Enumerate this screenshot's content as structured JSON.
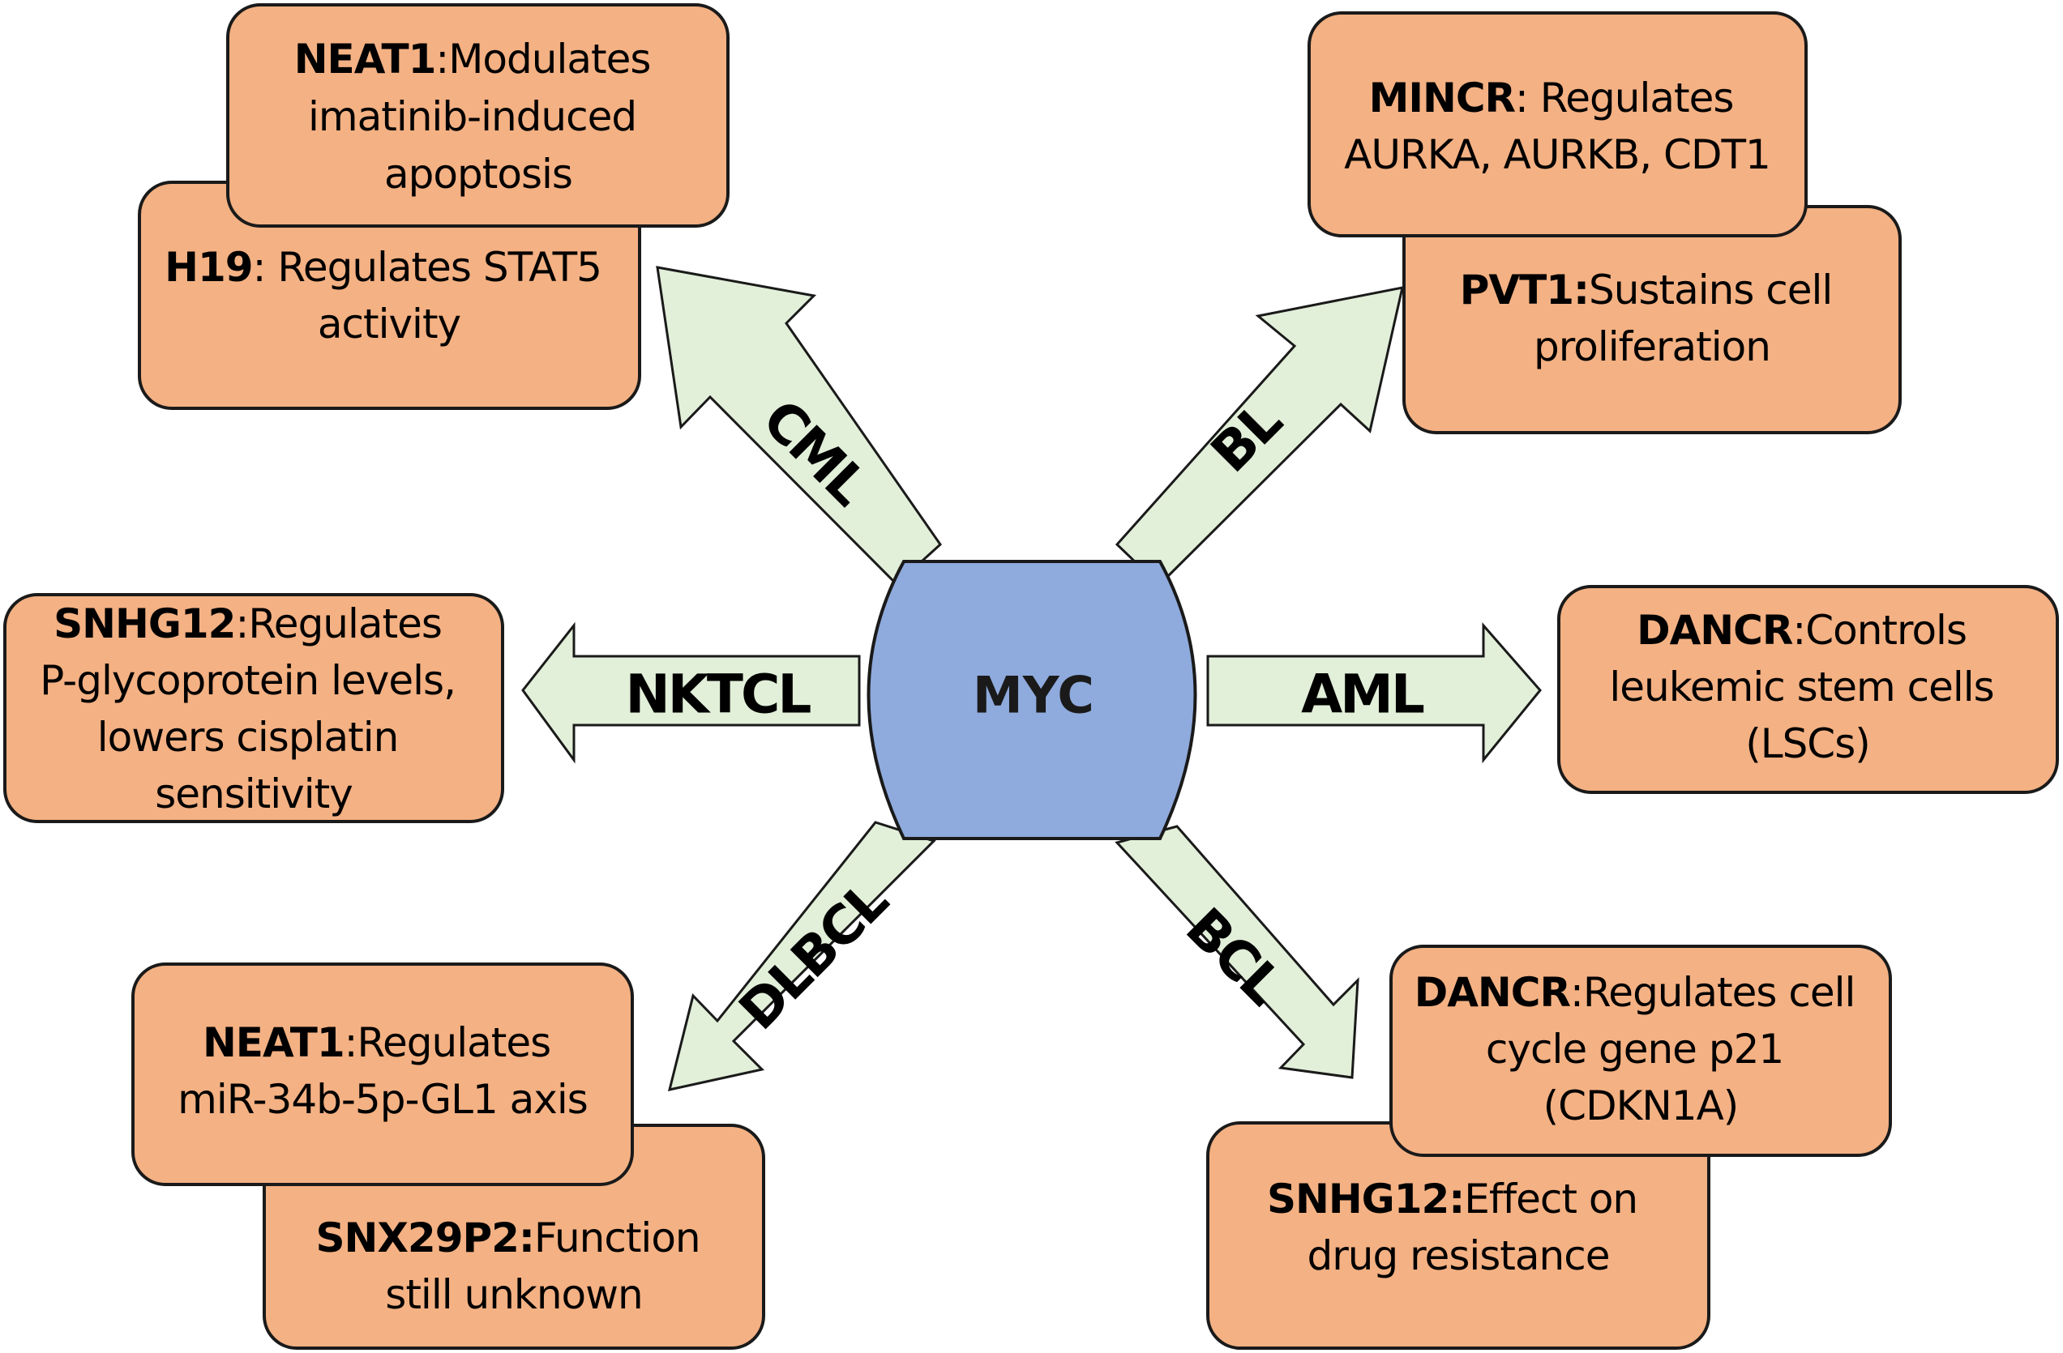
{
  "hub": {
    "label": "MYC"
  },
  "arrows": [
    {
      "id": "cml",
      "label": "CML"
    },
    {
      "id": "bl",
      "label": "BL"
    },
    {
      "id": "nktcl",
      "label": "NKTCL"
    },
    {
      "id": "aml",
      "label": "AML"
    },
    {
      "id": "dlbcl",
      "label": "DLBCL"
    },
    {
      "id": "bcl",
      "label": "BCL"
    }
  ],
  "boxes": [
    {
      "id": "neat1-cml",
      "gene": "NEAT1",
      "sep": ":",
      "lines": [
        "Modulates",
        "imatinib-induced",
        "apoptosis"
      ]
    },
    {
      "id": "h19",
      "gene": "H19",
      "sep": ": ",
      "lines": [
        "Regulates  STAT5",
        "activity"
      ]
    },
    {
      "id": "mincr",
      "gene": "MINCR",
      "sep": ": ",
      "lines": [
        "Regulates",
        "AURKA, AURKB, CDT1"
      ]
    },
    {
      "id": "pvt1",
      "gene": "PVT1:",
      "sep": "",
      "lines": [
        "Sustains cell",
        "proliferation"
      ]
    },
    {
      "id": "snhg12-nktcl",
      "gene": "SNHG12",
      "sep": ":",
      "lines": [
        "Regulates",
        "P-glycoprotein levels,",
        "lowers cisplatin",
        "sensitivity"
      ]
    },
    {
      "id": "dancr-aml",
      "gene": "DANCR",
      "sep": ":",
      "lines": [
        "Controls",
        "leukemic stem cells",
        "(LSCs)"
      ]
    },
    {
      "id": "neat1-dlbcl",
      "gene": "NEAT1",
      "sep": ":",
      "lines": [
        "Regulates",
        "miR-34b-5p-GL1 axis"
      ]
    },
    {
      "id": "snx29p2",
      "gene": "SNX29P2:",
      "sep": "",
      "lines": [
        "Function",
        "still unknown"
      ]
    },
    {
      "id": "dancr-bcl",
      "gene": "DANCR",
      "sep": ":",
      "lines": [
        "Regulates cell",
        "cycle gene p21",
        "(CDKN1A)"
      ]
    },
    {
      "id": "snhg12-bcl",
      "gene": "SNHG12:",
      "sep": "",
      "lines": [
        "Effect on",
        "drug resistance"
      ]
    }
  ],
  "colors": {
    "box_fill": "#f4b183",
    "box_stroke": "#1a1a1a",
    "arrow_fill": "#e2efd9",
    "arrow_stroke": "#1a1a1a",
    "hub_fill": "#8faadc",
    "hub_stroke": "#1a1a1a"
  }
}
